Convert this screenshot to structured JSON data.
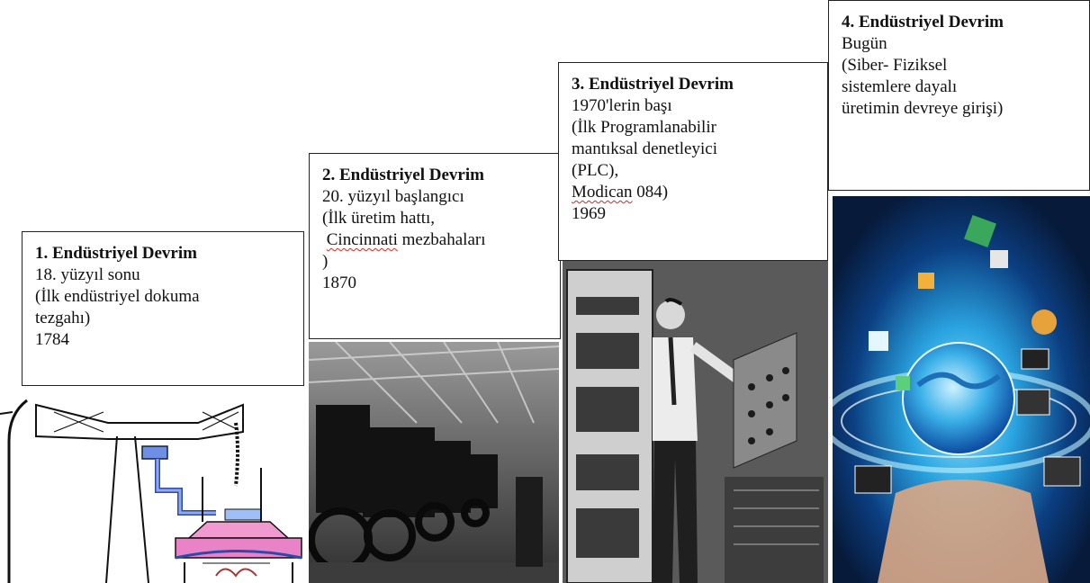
{
  "revolutions": [
    {
      "title": "1. Endüstriyel Devrim",
      "lines": [
        "18. yüzyıl sonu",
        "(İlk endüstriyel dokuma",
        "tezgahı)",
        "1784"
      ],
      "image": "steam-engine-diagram"
    },
    {
      "title": "2. Endüstriyel Devrim",
      "lines": [
        "20. yüzyıl başlangıcı",
        "(İlk üretim hattı,",
        "Cincinnati",
        "mezbahaları",
        ")",
        "1870"
      ],
      "image": "assembly-line-photo"
    },
    {
      "title": "3. Endüstriyel Devrim",
      "lines": [
        "1970'lerin başı",
        "(İlk Programlanabilir",
        "mantıksal denetleyici",
        "(PLC),",
        "Modican",
        "084)",
        "1969"
      ],
      "image": "plc-operator-photo"
    },
    {
      "title": "4. Endüstriyel Devrim",
      "lines": [
        "Bugün",
        "(Siber- Fiziksel",
        "sistemlere dayalı",
        "üretimin devreye girişi)"
      ],
      "image": "cyber-physical-globe-image"
    }
  ]
}
